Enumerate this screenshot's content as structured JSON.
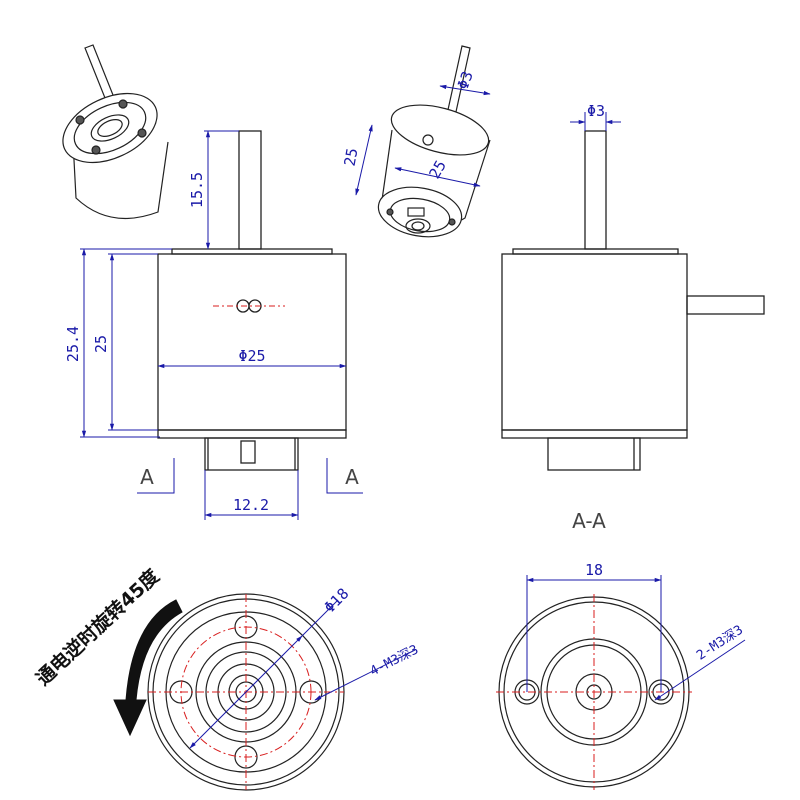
{
  "colors": {
    "outline": "#222222",
    "dimension": "#1a1aa8",
    "centerline": "#d81e1e",
    "arrow": "#111111"
  },
  "front_view": {
    "dim_height_total": "25.4",
    "dim_height_body": "25",
    "dim_shaft_length": "15.5",
    "dim_diameter": "Φ25",
    "dim_connector_width": "12.2",
    "section_marker_left": "A",
    "section_marker_right": "A"
  },
  "iso_view": {
    "dim_shaft": "Φ3",
    "dim_height": "25",
    "dim_diameter": "25"
  },
  "side_view": {
    "dim_shaft": "Φ3",
    "section_title": "A-A"
  },
  "bottom_left_view": {
    "dim_circle": "Φ18",
    "dim_holes": "4-M3深3",
    "rotation_note": "通电逆时旋转45度"
  },
  "bottom_right_view": {
    "dim_spacing": "18",
    "dim_holes": "2-M3深3"
  }
}
